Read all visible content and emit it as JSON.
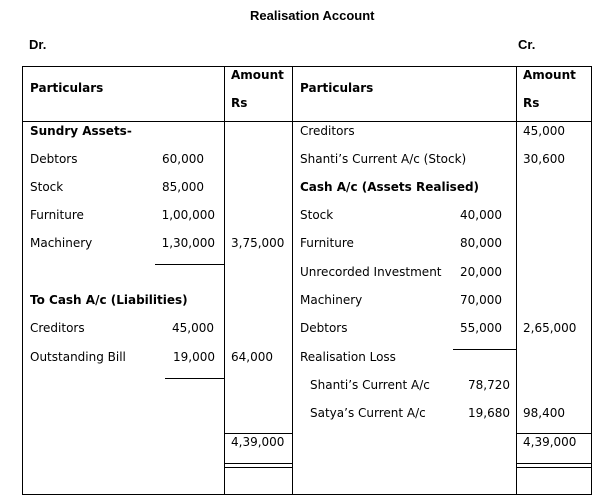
{
  "title": "Realisation Account",
  "dr": "Dr.",
  "cr": "Cr.",
  "left": {
    "header": {
      "particulars": "Particulars",
      "amount": "Amount",
      "unit": "Rs"
    },
    "sundry_assets_heading": "Sundry Assets-",
    "sundry_assets": [
      {
        "name": "Debtors",
        "amount": "60,000"
      },
      {
        "name": "Stock",
        "amount": "85,000"
      },
      {
        "name": "Furniture",
        "amount": "1,00,000"
      },
      {
        "name": "Machinery",
        "amount": "1,30,000"
      }
    ],
    "sundry_assets_total": "3,75,000",
    "liabilities_heading": "To Cash A/c (Liabilities)",
    "liabilities": [
      {
        "name": "Creditors",
        "amount": "45,000"
      },
      {
        "name": "Outstanding Bill",
        "amount": "19,000"
      }
    ],
    "liabilities_total": "64,000",
    "grand_total": "4,39,000"
  },
  "right": {
    "header": {
      "particulars": "Particulars",
      "amount": "Amount",
      "unit": "Rs"
    },
    "creditors": {
      "name": "Creditors",
      "amount": "45,000"
    },
    "shanti_stock": {
      "name": "Shanti’s Current A/c (Stock)",
      "amount": "30,600"
    },
    "cash_heading": "Cash A/c (Assets Realised)",
    "cash_items": [
      {
        "name": "Stock",
        "amount": "40,000"
      },
      {
        "name": "Furniture",
        "amount": "80,000"
      },
      {
        "name": "Unrecorded Investment",
        "amount": "20,000"
      },
      {
        "name": "Machinery",
        "amount": "70,000"
      },
      {
        "name": "Debtors",
        "amount": "55,000"
      }
    ],
    "cash_total": "2,65,000",
    "loss_heading": "Realisation Loss",
    "loss_items": [
      {
        "name": "Shanti’s Current A/c",
        "amount": "78,720"
      },
      {
        "name": "Satya’s Current A/c",
        "amount": "19,680"
      }
    ],
    "loss_total": "98,400",
    "grand_total": "4,39,000"
  }
}
